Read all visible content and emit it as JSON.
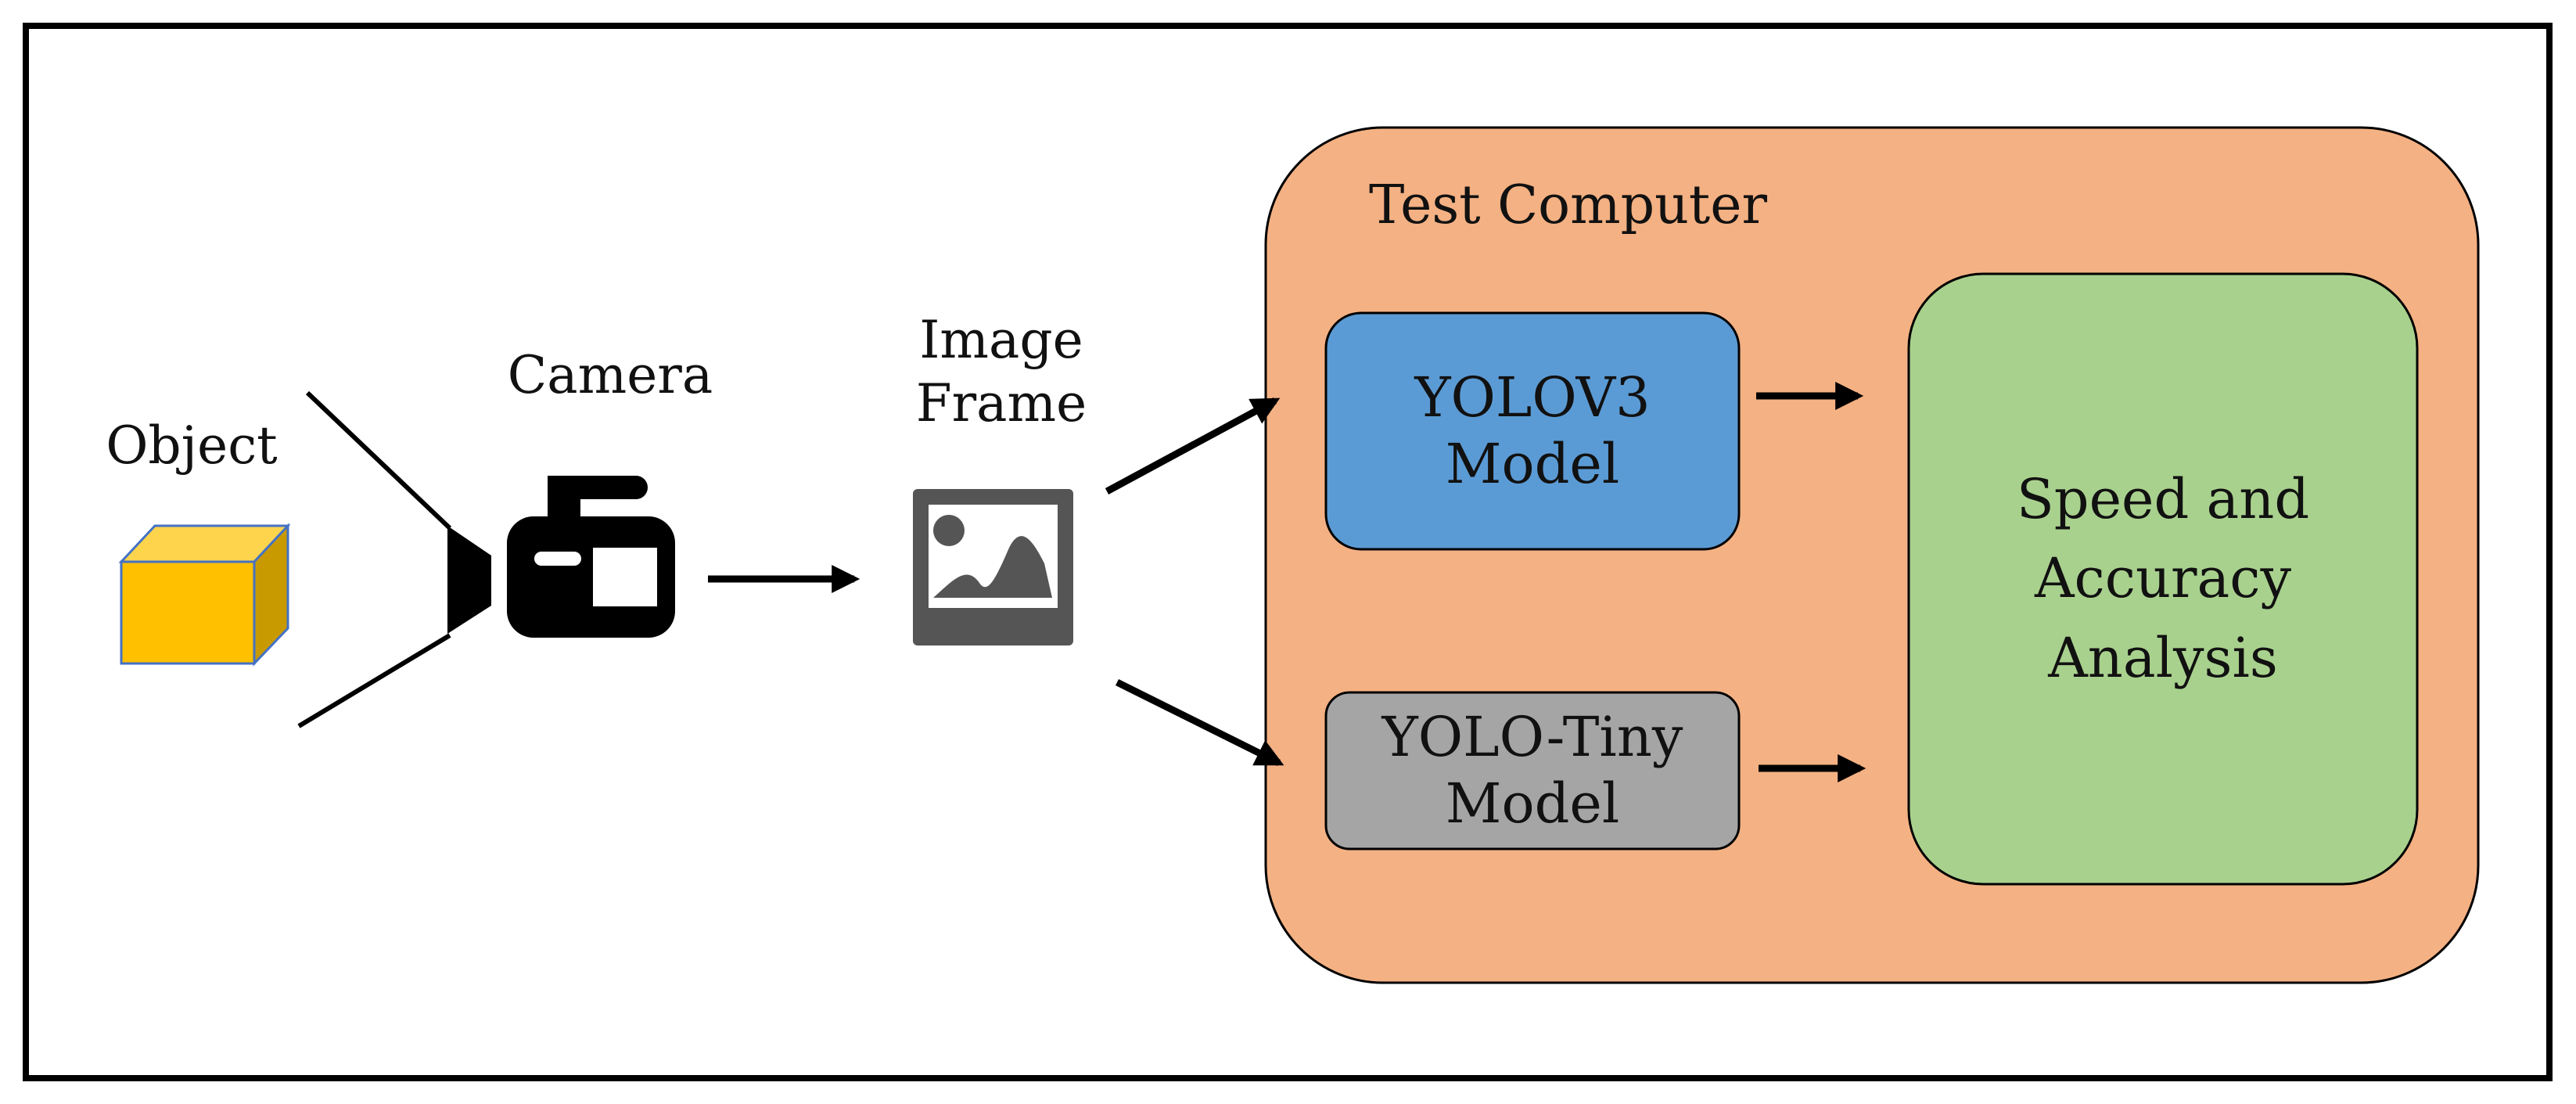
{
  "labels": {
    "object": "Object",
    "camera": "Camera",
    "image_frame_line1": "Image",
    "image_frame_line2": "Frame",
    "test_computer": "Test Computer",
    "yolov3_line1": "YOLOV3",
    "yolov3_line2": "Model",
    "yolotiny_line1": "YOLO-Tiny",
    "yolotiny_line2": "Model",
    "analysis_line1": "Speed and",
    "analysis_line2": "Accuracy",
    "analysis_line3": "Analysis"
  },
  "colors": {
    "test_computer_fill": "#F4B183",
    "yolov3_fill": "#5B9BD5",
    "yolotiny_fill": "#A5A5A5",
    "analysis_fill": "#A9D18E",
    "cube_front": "#FFC000",
    "cube_top": "#FFD44D",
    "cube_side": "#C99A00",
    "cube_edge": "#4472C4",
    "image_icon": "#555555"
  },
  "icons": {
    "object": "cube-icon",
    "camera": "camera-icon",
    "image_frame": "image-icon"
  }
}
